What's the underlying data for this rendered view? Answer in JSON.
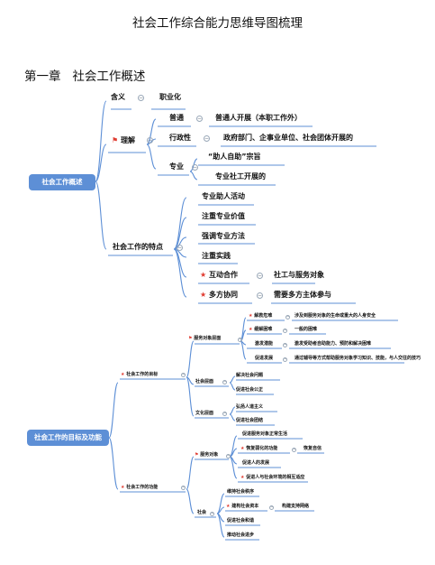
{
  "title": "社会工作综合能力思维导图梳理",
  "chapter": {
    "number": "第一章",
    "name": "社会工作概述"
  },
  "colors": {
    "accent": "#5d8fd6",
    "line": "#5d8fd6",
    "marker": "#e03c31"
  },
  "map1": {
    "root": "社会工作概述",
    "meaning": {
      "label": "含义",
      "value": "职业化"
    },
    "understanding": {
      "label": "理解",
      "marker": "flag-icon",
      "items": [
        {
          "label": "普通",
          "detail": "普通人开展（本职工作外）"
        },
        {
          "label": "行政性",
          "detail": "政府部门、企事业单位、社会团体开展的"
        },
        {
          "label": "专业",
          "details": [
            "“助人自助”宗旨",
            "专业社工开展的"
          ]
        }
      ]
    },
    "features": {
      "label": "社会工作的特点",
      "items": [
        {
          "label": "专业助人活动"
        },
        {
          "label": "注重专业价值"
        },
        {
          "label": "强调专业方法"
        },
        {
          "label": "注重实践"
        },
        {
          "label": "互动合作",
          "marker": "star-icon",
          "detail": "社工与服务对象"
        },
        {
          "label": "多方协同",
          "marker": "star-icon",
          "detail": "需要多方主体参与"
        }
      ]
    }
  },
  "map2": {
    "root": "社会工作的目标及功能",
    "goals": {
      "label": "社会工作的目标",
      "marker": "star-icon",
      "client": {
        "label": "服务对象层面",
        "marker": "flag-icon",
        "items": [
          {
            "label": "解救危难",
            "marker": "star-icon",
            "detail": "涉及到服务对象的生命或重大的人身安全"
          },
          {
            "label": "缓解困难",
            "marker": "star-icon",
            "detail": "一般的困难"
          },
          {
            "label": "激发潜能",
            "detail": "激发受助者自助能力、预防和解决困难"
          },
          {
            "label": "促进发展",
            "detail": "通过辅导等方式帮助服务对象学习知识、技能，与人交往的技巧"
          }
        ]
      },
      "society": {
        "label": "社会层面",
        "items": [
          "解决社会问题",
          "促进社会公正"
        ]
      },
      "culture": {
        "label": "文化层面",
        "items": [
          "弘扬人道主义",
          "促进社会团结"
        ]
      }
    },
    "functions": {
      "label": "社会工作的功能",
      "marker": "star-icon",
      "client": {
        "label": "服务对象",
        "marker": "flag-icon",
        "items": [
          {
            "label": "促进服务对象正常生活"
          },
          {
            "label": "恢复弱化的功能",
            "marker": "star-icon",
            "detail": "恢复自信"
          },
          {
            "label": "促进人的发展"
          },
          {
            "label": "促进人与社会环境的相互适应",
            "marker": "star-icon"
          }
        ]
      },
      "society": {
        "label": "社会",
        "items": [
          {
            "label": "维持社会秩序"
          },
          {
            "label": "建构社会资本",
            "marker": "star-icon",
            "detail": "构建支持网络"
          },
          {
            "label": "促进社会和谐"
          },
          {
            "label": "推动社会进步"
          }
        ]
      }
    }
  }
}
